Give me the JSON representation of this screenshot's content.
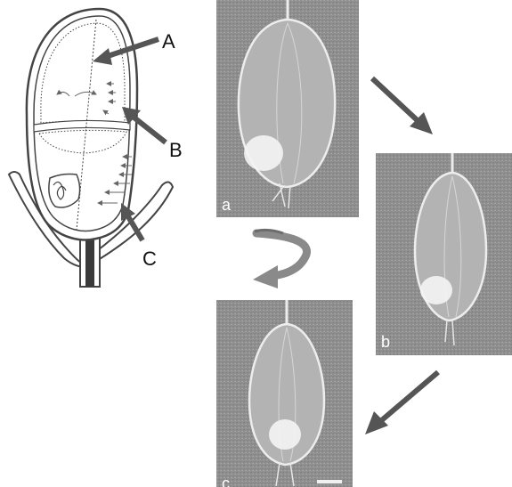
{
  "diagram": {
    "callouts": [
      {
        "id": "A",
        "label": "A"
      },
      {
        "id": "B",
        "label": "B"
      },
      {
        "id": "C",
        "label": "C"
      }
    ],
    "photo_panels": [
      {
        "id": "a",
        "label": "a"
      },
      {
        "id": "b",
        "label": "b"
      },
      {
        "id": "c",
        "label": "c"
      }
    ],
    "colors": {
      "photo_background": "#8f8f8f",
      "arrow": "#555555",
      "outline": "#444444",
      "stem": "#3a3a3a",
      "seed_highlight": "#f4f4f4"
    },
    "icons": [
      "rotation-arrow-icon",
      "sequence-arrow-icon"
    ]
  }
}
